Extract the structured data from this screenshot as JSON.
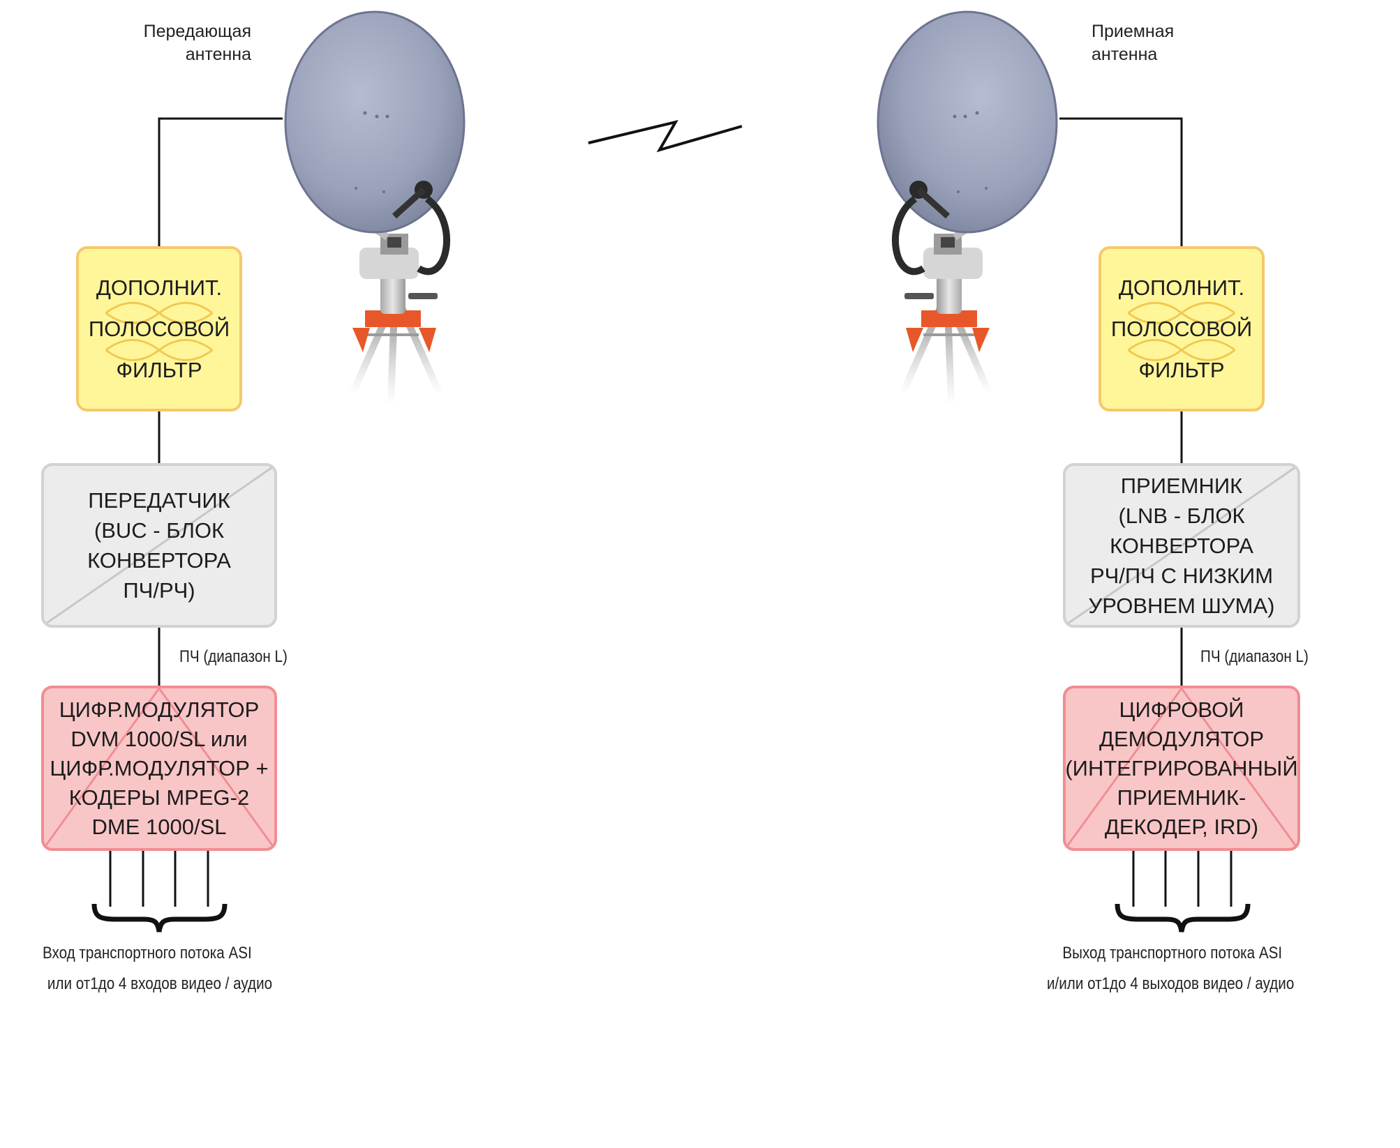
{
  "transmit_side": {
    "antenna_label": [
      "Передающая",
      "антенна"
    ],
    "filter_lines": [
      "ДОПОЛНИТ.",
      "ПОЛОСОВОЙ",
      "ФИЛЬТР"
    ],
    "converter_lines": [
      "ПЕРЕДАТЧИК",
      "(BUC - БЛОК",
      "КОНВЕРТОРА",
      "ПЧ/РЧ)"
    ],
    "if_band_label": "ПЧ (диапазон L)",
    "modulator_lines": [
      "ЦИФР.МОДУЛЯТОР",
      "DVM 1000/SL или",
      "ЦИФР.МОДУЛЯТОР +",
      "КОДЕРЫ MPEG-2",
      "DME 1000/SL"
    ],
    "io_caption": [
      "Вход транспортного потока ASI",
      "или от1до 4 входов видео / аудио"
    ]
  },
  "receive_side": {
    "antenna_label": [
      "Приемная",
      "антенна"
    ],
    "filter_lines": [
      "ДОПОЛНИТ.",
      "ПОЛОСОВОЙ",
      "ФИЛЬТР"
    ],
    "converter_lines": [
      "ПРИЕМНИК",
      "(LNB - БЛОК",
      "КОНВЕРТОРА",
      "РЧ/ПЧ С НИЗКИМ",
      "УРОВНЕМ ШУМА)"
    ],
    "if_band_label": "ПЧ (диапазон L)",
    "demodulator_lines": [
      "ЦИФРОВОЙ",
      "ДЕМОДУЛЯТОР",
      "(ИНТЕГРИРОВАННЫЙ",
      "ПРИЕМНИК-",
      "ДЕКОДЕР, IRD)"
    ],
    "io_caption": [
      "Выход транспортного потока ASI",
      "и/или от1до 4 выходов видео / аудио"
    ]
  },
  "colors": {
    "filter_fill": "#fff69a",
    "filter_border": "#f5c96a",
    "converter_fill": "#ececec",
    "converter_border": "#d2d2d2",
    "modulator_fill": "#f9c6c7",
    "modulator_border": "#f08d92",
    "dish": "#9da4bd",
    "tripod_accent": "#e8572a"
  },
  "icons": [
    "satellite-dish-icon",
    "radio-link-icon",
    "bandpass-filter-icon",
    "brace-icon"
  ]
}
